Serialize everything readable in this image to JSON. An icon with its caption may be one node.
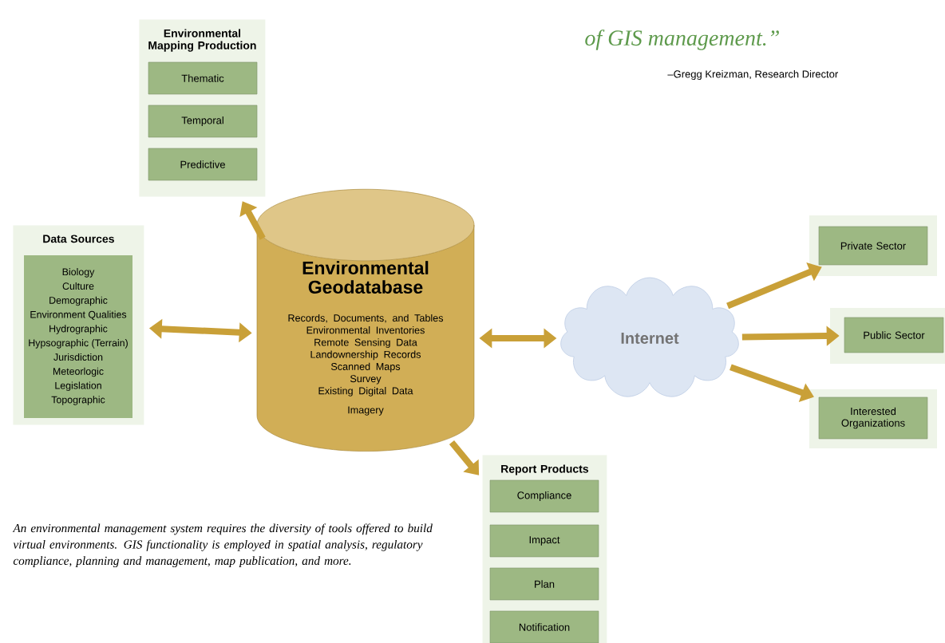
{
  "diagram": {
    "caption": "An environmental management system requires the diversity of tools offered to build virtual environments. GIS functionality is employed in spatial analysis, regulatory compliance, planning and management, map publication, and more.",
    "nodes": [
      {
        "text": [
          "Environmental Mapping Production"
        ]
      },
      {
        "text": [
          "Thematic"
        ],
        "in": 0
      },
      {
        "text": [
          "Temporal"
        ],
        "in": 0
      },
      {
        "text": [
          "Predictive"
        ],
        "in": 0
      },
      {
        "text": [
          "Data Sources"
        ]
      },
      {
        "text": [
          "Biology",
          "Culture",
          "Demographic",
          "Environment Qualities",
          "Hydrographic",
          "Hypsographic (Terrain)",
          "Jurisdiction",
          "Meteorlogic",
          "Legislation",
          "Topographic"
        ],
        "in": 4
      },
      {
        "text": [
          "Environmental Geodatabase",
          "Records, Documents, and Tables",
          "Environmental Inventories",
          "Remote Sensing Data",
          "Landownership Records",
          "Scanned Maps",
          "Survey",
          "Existing Digital Data",
          "Imagery"
        ]
      },
      {
        "text": [
          "Internet"
        ]
      },
      {
        "text": [
          "Private Sector"
        ]
      },
      {
        "text": [
          "Public Sector"
        ]
      },
      {
        "text": [
          "Interested Organizations"
        ]
      },
      {
        "text": [
          "Report Products"
        ]
      },
      {
        "text": [
          "Compliance"
        ],
        "in": 11
      },
      {
        "text": [
          "Impact"
        ],
        "in": 11
      },
      {
        "text": [
          "Plan"
        ],
        "in": 11
      },
      {
        "text": [
          "Notification"
        ],
        "in": 11
      }
    ],
    "edges": [
      {
        "from": 6,
        "to": 0,
        "arrow": "to"
      },
      {
        "from": 4,
        "to": 6,
        "arrow": "both"
      },
      {
        "from": 6,
        "to": 7,
        "arrow": "both"
      },
      {
        "from": 7,
        "to": 8,
        "arrow": "to"
      },
      {
        "from": 7,
        "to": 9,
        "arrow": "to"
      },
      {
        "from": 7,
        "to": 10,
        "arrow": "to"
      },
      {
        "from": 6,
        "to": 11,
        "arrow": "to"
      }
    ],
    "labels": [
      "of GIS management.”",
      "–Gregg Kreizman, Research Director"
    ]
  }
}
